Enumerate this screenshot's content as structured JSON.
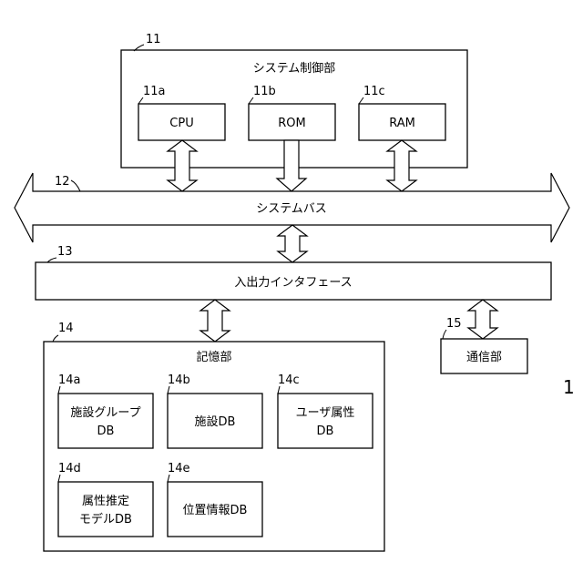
{
  "system_control": {
    "ref": "11",
    "title": "システム制御部",
    "cpu": {
      "ref": "11a",
      "label": "CPU"
    },
    "rom": {
      "ref": "11b",
      "label": "ROM"
    },
    "ram": {
      "ref": "11c",
      "label": "RAM"
    }
  },
  "system_bus": {
    "ref": "12",
    "label": "システムバス"
  },
  "io_interface": {
    "ref": "13",
    "label": "入出力インタフェース"
  },
  "storage": {
    "ref": "14",
    "title": "記憶部",
    "facility_group_db": {
      "ref": "14a",
      "line1": "施設グループ",
      "line2": "DB"
    },
    "facility_db": {
      "ref": "14b",
      "label": "施設DB"
    },
    "user_attribute_db": {
      "ref": "14c",
      "line1": "ユーザ属性",
      "line2": "DB"
    },
    "attribute_estimation_model_db": {
      "ref": "14d",
      "line1": "属性推定",
      "line2": "モデルDB"
    },
    "location_info_db": {
      "ref": "14e",
      "label": "位置情報DB"
    }
  },
  "communication": {
    "ref": "15",
    "label": "通信部"
  },
  "device_ref": "1"
}
